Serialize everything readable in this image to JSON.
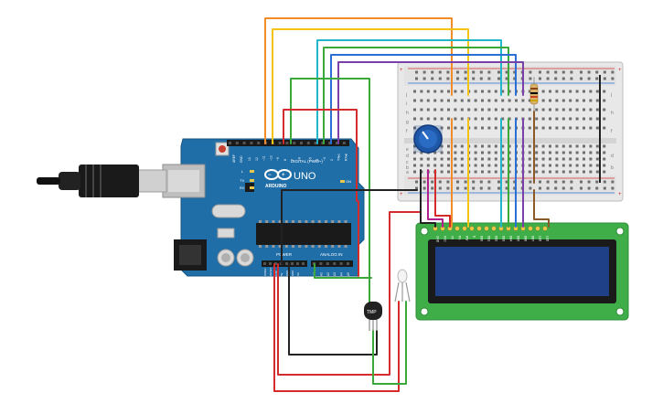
{
  "arduino": {
    "brand": "UNO",
    "sub_brand": "ARDUINO",
    "digital_header": "DIGITAL (PWM~)",
    "power_header": "POWER",
    "analog_header": "ANALOG IN",
    "on_label": "ON",
    "tx_label": "TX",
    "rx_label": "RX",
    "l_label": "L",
    "aref_label": "AREF",
    "gnd_label": "GND",
    "digital_pins": [
      "13",
      "12",
      "~11",
      "~10",
      "~9",
      "8",
      "7",
      "~6",
      "~5",
      "4",
      "~3",
      "2",
      "TX▸1",
      "RX◂0"
    ],
    "power_pins": [
      "IOREF",
      "RESET",
      "3.3V",
      "5V",
      "GND",
      "GND",
      "Vin"
    ],
    "analog_pins": [
      "A0",
      "A1",
      "A2",
      "A3",
      "A4",
      "A5"
    ]
  },
  "sensor": {
    "label": "TMP"
  },
  "breadboard": {
    "row_letters_top": [
      "j",
      "i",
      "h",
      "g",
      "f"
    ],
    "row_letters_bottom": [
      "e",
      "d",
      "c",
      "b",
      "a"
    ]
  },
  "lcd": {
    "pin_labels": [
      "GND",
      "VCC",
      "V0",
      "RS",
      "RW",
      "E",
      "DB0",
      "DB1",
      "DB2",
      "DB3",
      "DB4",
      "DB5",
      "DB6",
      "DB7",
      "LED",
      "LED"
    ]
  },
  "colors": {
    "board": "#1f6ea8",
    "lcd_pcb": "#3fae49",
    "lcd_screen": "#1f3f86",
    "breadboard": "#e9e9e9",
    "wire_orange": "#f28c28",
    "wire_yellow": "#f2c40f",
    "wire_cyan": "#1fb7c9",
    "wire_green": "#3aa83a",
    "wire_blue": "#2b6fd6",
    "wire_purple": "#7b3fa8",
    "wire_red": "#d42c2c",
    "wire_black": "#222222",
    "wire_brown": "#8b5a2b",
    "wire_magenta": "#b21e8c"
  }
}
